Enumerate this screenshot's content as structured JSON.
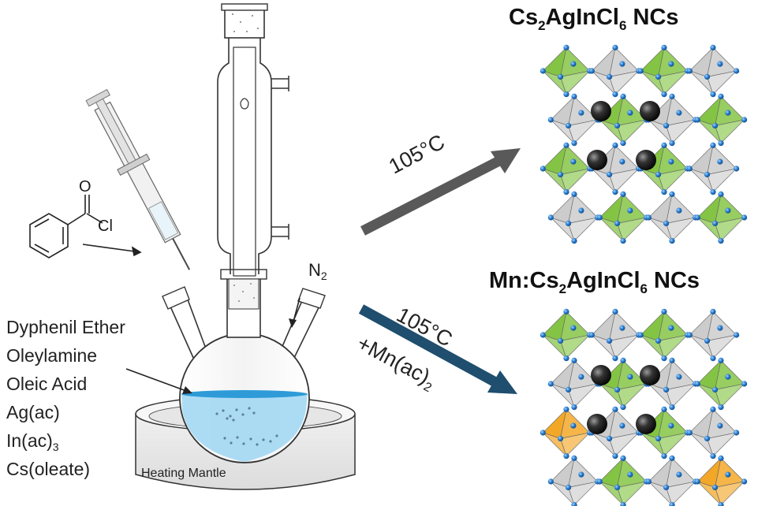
{
  "reagents": {
    "r1": "Dyphenil Ether",
    "r2": "Oleylamine",
    "r3": "Oleic Acid",
    "r4": "Ag(ac)",
    "r5_main": "In(ac)",
    "r5_sub": "3",
    "r6": "Cs(oleate)"
  },
  "molecule": {
    "o_label": "O",
    "cl_label": "Cl"
  },
  "gas": {
    "main": "N",
    "sub": "2"
  },
  "mantle_label": "Heating Mantle",
  "product_top": {
    "p1": "Cs",
    "s1": "2",
    "p2": "AgInCl",
    "s2": "6",
    "p3": " NCs"
  },
  "product_bottom": {
    "p1": "Mn:Cs",
    "s1": "2",
    "p2": "AgInCl",
    "s2": "6",
    "p3": " NCs"
  },
  "arrow_top": {
    "temp": "105°C",
    "color": "#555555"
  },
  "arrow_bottom": {
    "temp": "105°C",
    "additive_main": "+Mn(ac)",
    "additive_sub": "2",
    "color": "#1f4e6e"
  },
  "colors": {
    "ag_octahedra": "#7dc13a",
    "in_octahedra": "#c9c9c9",
    "mn_octahedra": "#f2a21b",
    "cs_atoms": "#222222",
    "cl_atoms": "#2b7fd1",
    "solution": "#8fd0f0"
  }
}
